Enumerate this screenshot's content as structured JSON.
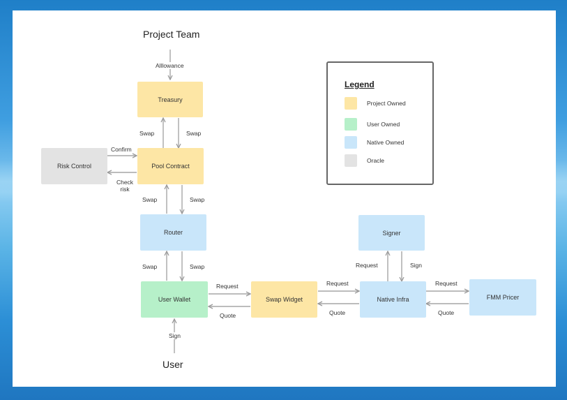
{
  "diagram": {
    "top_label": "Project Team",
    "bottom_label": "User",
    "nodes": {
      "treasury": "Treasury",
      "pool_contract": "Pool Contract",
      "risk_control": "Risk Control",
      "router": "Router",
      "user_wallet": "User Wallet",
      "swap_widget": "Swap Widget",
      "native_infra": "Native Infra",
      "signer": "Signer",
      "fmm_pricer": "FMM Pricer"
    },
    "edges": {
      "allowance": "Alllowance",
      "treasury_pool_up": "Swap",
      "treasury_pool_down": "Swap",
      "confirm": "Confirm",
      "check_risk": "Check risk",
      "pool_router_up": "Swap",
      "pool_router_down": "Swap",
      "router_wallet_up": "Swap",
      "router_wallet_down": "Swap",
      "wallet_widget_request": "Request",
      "wallet_widget_quote": "Quote",
      "widget_infra_request": "Request",
      "widget_infra_quote": "Quote",
      "infra_signer_request": "Request",
      "infra_signer_sign": "Sign",
      "infra_pricer_request": "Request",
      "infra_pricer_quote": "Quote",
      "user_sign": "Sign"
    }
  },
  "legend": {
    "title": "Legend",
    "items": [
      {
        "label": "Project Owned",
        "color": "#fde6a5"
      },
      {
        "label": "User Owned",
        "color": "#b6f0c9"
      },
      {
        "label": "Native Owned",
        "color": "#c9e6fa"
      },
      {
        "label": "Oracle",
        "color": "#e3e3e3"
      }
    ]
  },
  "colors": {
    "project": "#fde6a5",
    "user": "#b6f0c9",
    "native": "#c9e6fa",
    "oracle": "#e3e3e3",
    "arrow": "#9a9a9a"
  }
}
